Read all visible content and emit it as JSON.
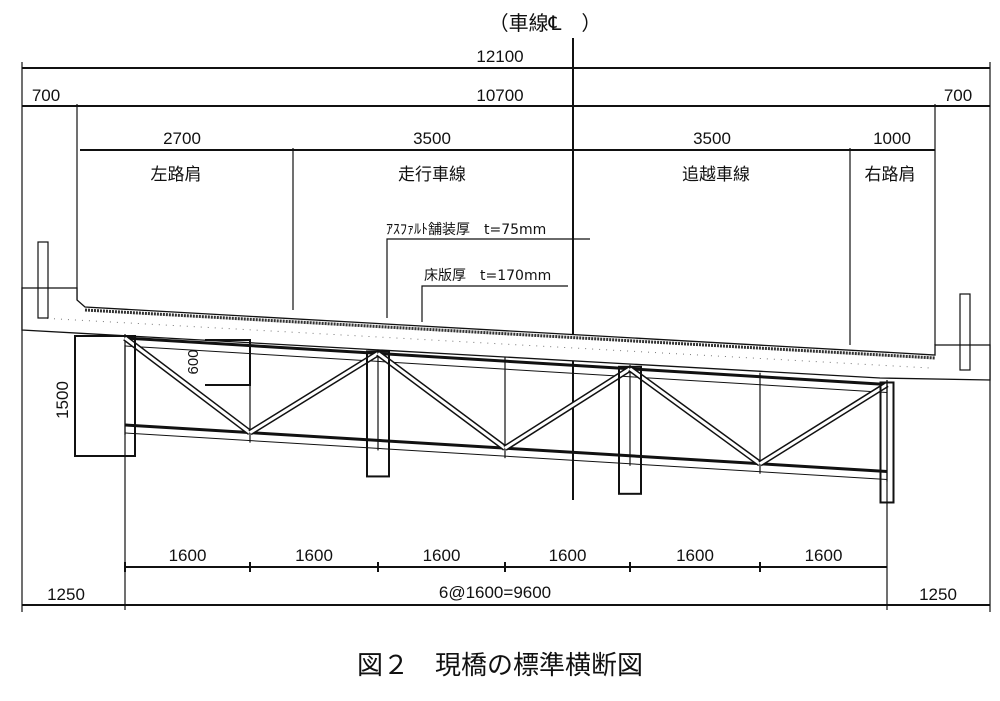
{
  "title": "（車線℄　）",
  "dimensions": {
    "overall": "12100",
    "left_overhang": "700",
    "roadway": "10700",
    "right_overhang": "700",
    "left_shoulder": "2700",
    "travel_lane": "3500",
    "passing_lane": "3500",
    "right_shoulder": "1000",
    "truss_height": "1500",
    "bracket_height": "600",
    "panel_spacings": [
      "1600",
      "1600",
      "1600",
      "1600",
      "1600",
      "1600"
    ],
    "left_end": "1250",
    "panel_total": "6@1600=9600",
    "right_end": "1250"
  },
  "lane_labels": {
    "left_shoulder": "左路肩",
    "travel_lane": "走行車線",
    "passing_lane": "追越車線",
    "right_shoulder": "右路肩"
  },
  "notes": {
    "asphalt": "ｱｽﾌｧﾙﾄ舗装厚　t=75mm",
    "slab": "床版厚　t=170mm"
  },
  "caption": "図２　現橋の標準横断図"
}
